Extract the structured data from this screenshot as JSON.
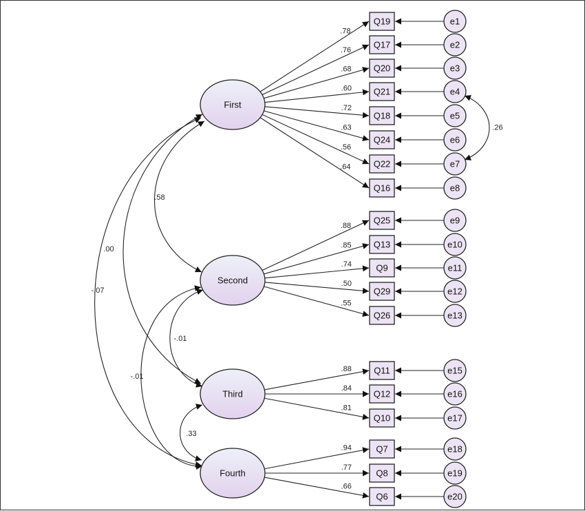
{
  "factors": [
    {
      "id": "first",
      "label": "First"
    },
    {
      "id": "second",
      "label": "Second"
    },
    {
      "id": "third",
      "label": "Third"
    },
    {
      "id": "fourth",
      "label": "Fourth"
    }
  ],
  "indicators": [
    {
      "label": "Q19",
      "factor": "first",
      "loading": ".78",
      "error": "e1"
    },
    {
      "label": "Q17",
      "factor": "first",
      "loading": ".76",
      "error": "e2"
    },
    {
      "label": "Q20",
      "factor": "first",
      "loading": ".68",
      "error": "e3"
    },
    {
      "label": "Q21",
      "factor": "first",
      "loading": ".60",
      "error": "e4"
    },
    {
      "label": "Q18",
      "factor": "first",
      "loading": ".72",
      "error": "e5"
    },
    {
      "label": "Q24",
      "factor": "first",
      "loading": ".63",
      "error": "e6"
    },
    {
      "label": "Q22",
      "factor": "first",
      "loading": ".56",
      "error": "e7"
    },
    {
      "label": "Q16",
      "factor": "first",
      "loading": ".64",
      "error": "e8"
    },
    {
      "label": "Q25",
      "factor": "second",
      "loading": ".88",
      "error": "e9"
    },
    {
      "label": "Q13",
      "factor": "second",
      "loading": ".85",
      "error": "e10"
    },
    {
      "label": "Q9",
      "factor": "second",
      "loading": ".74",
      "error": "e11"
    },
    {
      "label": "Q29",
      "factor": "second",
      "loading": ".50",
      "error": "e12"
    },
    {
      "label": "Q26",
      "factor": "second",
      "loading": ".55",
      "error": "e13"
    },
    {
      "label": "Q11",
      "factor": "third",
      "loading": ".88",
      "error": "e15"
    },
    {
      "label": "Q12",
      "factor": "third",
      "loading": ".84",
      "error": "e16"
    },
    {
      "label": "Q10",
      "factor": "third",
      "loading": ".81",
      "error": "e17"
    },
    {
      "label": "Q7",
      "factor": "fourth",
      "loading": ".94",
      "error": "e18"
    },
    {
      "label": "Q8",
      "factor": "fourth",
      "loading": ".77",
      "error": "e19"
    },
    {
      "label": "Q6",
      "factor": "fourth",
      "loading": ".66",
      "error": "e20"
    }
  ],
  "factor_covariances": [
    {
      "from": "first",
      "to": "second",
      "value": ".58"
    },
    {
      "from": "first",
      "to": "third",
      "value": ".00"
    },
    {
      "from": "first",
      "to": "fourth",
      "value": "-.07"
    },
    {
      "from": "second",
      "to": "third",
      "value": "-.01"
    },
    {
      "from": "second",
      "to": "fourth",
      "value": "-.01"
    },
    {
      "from": "third",
      "to": "fourth",
      "value": ".33"
    }
  ],
  "error_covariances": [
    {
      "from": "e4",
      "to": "e7",
      "value": ".26"
    }
  ],
  "colors": {
    "latent_fill_top": "#eef0f8",
    "latent_fill_bottom": "#e2d2ee",
    "box_fill": "#ece4f4",
    "stroke": "#222222"
  }
}
